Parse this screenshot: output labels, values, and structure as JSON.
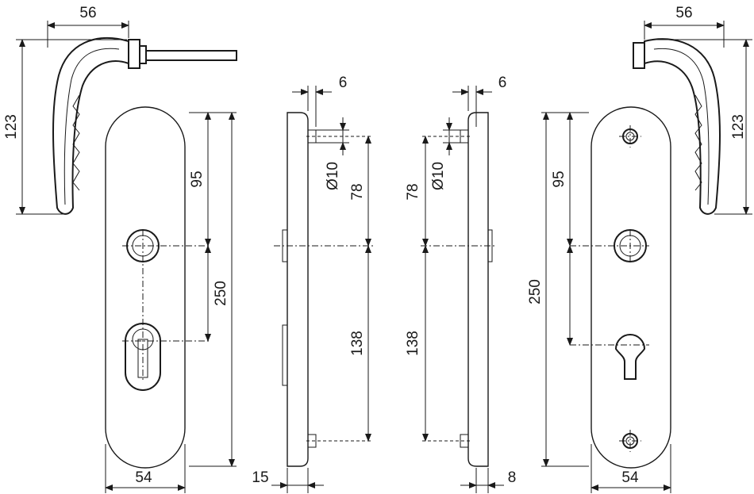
{
  "dimensions": {
    "lever_width_left": "56",
    "lever_height_left": "123",
    "lever_width_right": "56",
    "lever_height_right": "123",
    "plate_upper_left": "95",
    "plate_total_left": "250",
    "plate_width_left": "54",
    "side_offset_left": "6",
    "side_hole_left": "Ø10",
    "side_upper_left": "78",
    "side_lower_left": "138",
    "side_thickness_left": "15",
    "side_offset_right": "6",
    "side_hole_right": "Ø10",
    "side_upper_right": "78",
    "side_lower_right": "138",
    "side_thickness_right": "8",
    "plate_upper_right": "95",
    "plate_total_right": "250",
    "plate_width_right": "54"
  }
}
